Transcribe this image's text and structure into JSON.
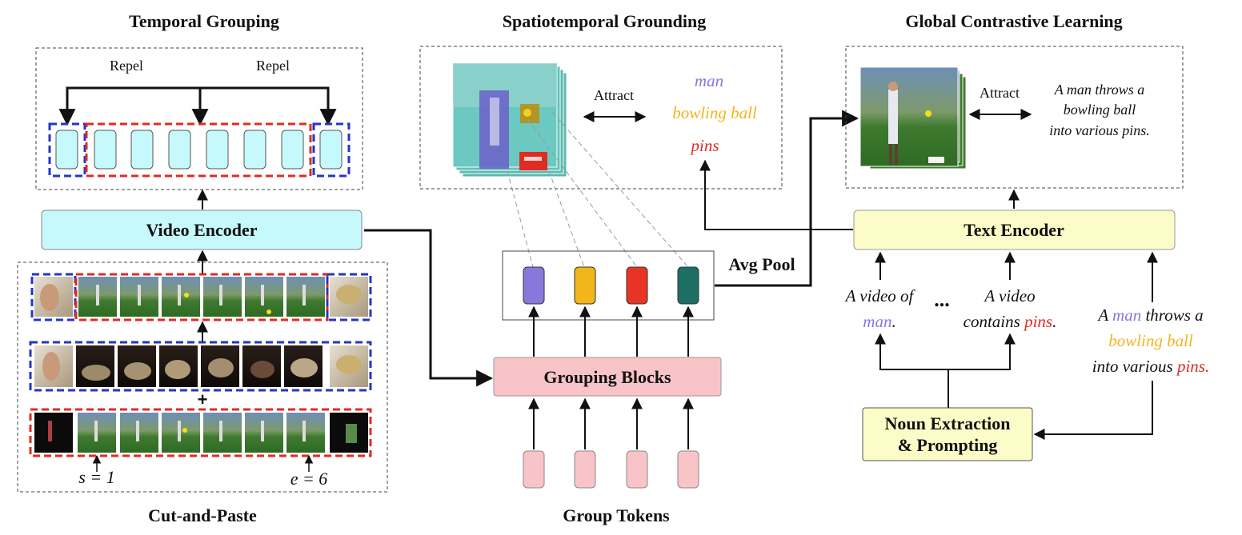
{
  "sections": {
    "temporal_grouping": "Temporal Grouping",
    "spatiotemporal_grounding": "Spatiotemporal Grounding",
    "global_contrastive": "Global Contrastive Learning",
    "cut_and_paste": "Cut-and-Paste",
    "group_tokens": "Group Tokens"
  },
  "labels": {
    "repel_left": "Repel",
    "repel_right": "Repel",
    "attract_mid": "Attract",
    "attract_right": "Attract",
    "avg_pool": "Avg Pool",
    "plus": "+",
    "ellipsis": "...",
    "start_index": "s = 1",
    "end_index": "e = 6"
  },
  "blocks": {
    "video_encoder": "Video Encoder",
    "text_encoder": "Text Encoder",
    "grouping_blocks": "Grouping Blocks",
    "noun_extraction_line1": "Noun Extraction",
    "noun_extraction_line2": "& Prompting"
  },
  "grounding_words": [
    "man",
    "bowling ball",
    "pins"
  ],
  "caption": {
    "line1": "A man throws a",
    "line2": "bowling ball",
    "line3": "into various pins."
  },
  "prompt_a": {
    "line1": "A video of",
    "noun": "man",
    "end": "."
  },
  "prompt_b": {
    "line1": "A video",
    "pre": "contains",
    "noun": "pins",
    "end": "."
  },
  "caption_colored": {
    "l1_a": "A",
    "l1_noun": "man",
    "l1_b": "throws a",
    "l2_noun": "bowling ball",
    "l3_a": "into various",
    "l3_noun": "pins",
    "l3_end": "."
  },
  "colors": {
    "man": "#8878dc",
    "bowling_ball": "#f2b51c",
    "pins": "#e02b22",
    "teal_token": "#1d6f63",
    "video_encoder_fill": "#c6f9fb",
    "text_encoder_fill": "#fcfcc8",
    "grouping_fill": "#f9c4c8",
    "red_dash": "#e02b22",
    "blue_dash": "#2435c8"
  }
}
